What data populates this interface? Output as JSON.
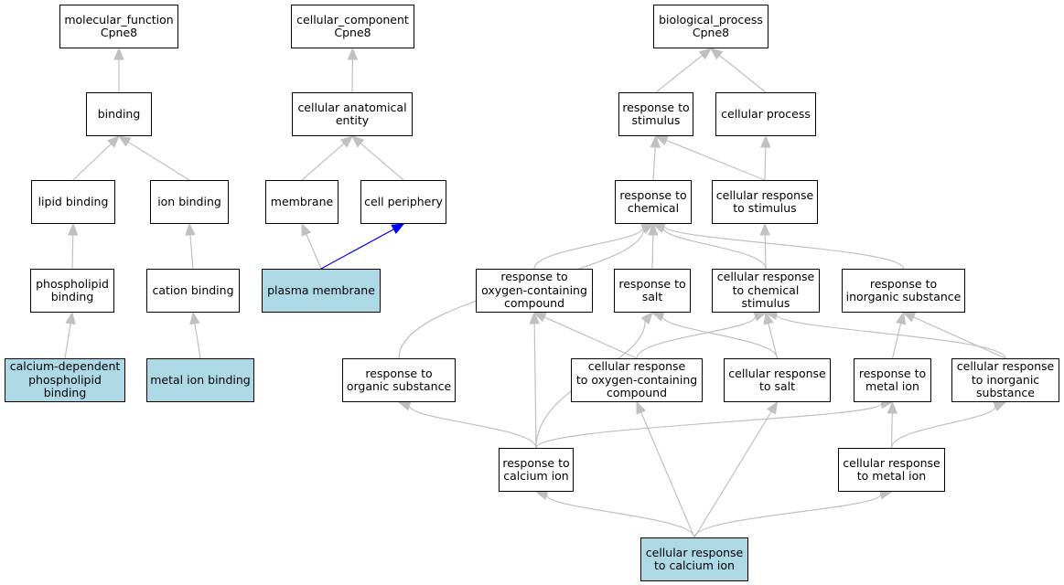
{
  "colors": {
    "edge": "#c0c0c0",
    "highlight_edge": "#0000ff",
    "highlight_node": "#add8e6",
    "node_border": "#000000"
  },
  "nodes": [
    {
      "id": "mf",
      "label": "molecular_function\nCpne8",
      "highlighted": false
    },
    {
      "id": "binding",
      "label": "binding",
      "highlighted": false
    },
    {
      "id": "lipid_binding",
      "label": "lipid binding",
      "highlighted": false
    },
    {
      "id": "ion_binding",
      "label": "ion binding",
      "highlighted": false
    },
    {
      "id": "phospholipid_binding",
      "label": "phospholipid\nbinding",
      "highlighted": false
    },
    {
      "id": "cation_binding",
      "label": "cation binding",
      "highlighted": false
    },
    {
      "id": "ca_dep_pl_binding",
      "label": "calcium-dependent\nphospholipid\nbinding",
      "highlighted": true
    },
    {
      "id": "metal_ion_binding",
      "label": "metal ion binding",
      "highlighted": true
    },
    {
      "id": "cc",
      "label": "cellular_component\nCpne8",
      "highlighted": false
    },
    {
      "id": "cae",
      "label": "cellular anatomical\nentity",
      "highlighted": false
    },
    {
      "id": "membrane",
      "label": "membrane",
      "highlighted": false
    },
    {
      "id": "cell_periphery",
      "label": "cell periphery",
      "highlighted": false
    },
    {
      "id": "plasma_membrane",
      "label": "plasma membrane",
      "highlighted": true
    },
    {
      "id": "bp",
      "label": "biological_process\nCpne8",
      "highlighted": false
    },
    {
      "id": "resp_stim",
      "label": "response to\nstimulus",
      "highlighted": false
    },
    {
      "id": "cell_proc",
      "label": "cellular process",
      "highlighted": false
    },
    {
      "id": "resp_chem",
      "label": "response to\nchemical",
      "highlighted": false
    },
    {
      "id": "cell_resp_stim",
      "label": "cellular response\nto stimulus",
      "highlighted": false
    },
    {
      "id": "resp_oxy",
      "label": "response to\noxygen-containing\ncompound",
      "highlighted": false
    },
    {
      "id": "resp_salt",
      "label": "response to\nsalt",
      "highlighted": false
    },
    {
      "id": "cell_resp_chem",
      "label": "cellular response\nto chemical\nstimulus",
      "highlighted": false
    },
    {
      "id": "resp_inorg",
      "label": "response to\ninorganic substance",
      "highlighted": false
    },
    {
      "id": "resp_org",
      "label": "response to\norganic substance",
      "highlighted": false
    },
    {
      "id": "cell_resp_oxy",
      "label": "cellular response\nto oxygen-containing\ncompound",
      "highlighted": false
    },
    {
      "id": "cell_resp_salt",
      "label": "cellular response\nto salt",
      "highlighted": false
    },
    {
      "id": "resp_metal",
      "label": "response to\nmetal ion",
      "highlighted": false
    },
    {
      "id": "cell_resp_inorg",
      "label": "cellular response\nto inorganic\nsubstance",
      "highlighted": false
    },
    {
      "id": "resp_ca",
      "label": "response to\ncalcium ion",
      "highlighted": false
    },
    {
      "id": "cell_resp_metal",
      "label": "cellular response\nto metal ion",
      "highlighted": false
    },
    {
      "id": "cell_resp_ca",
      "label": "cellular response\nto calcium ion",
      "highlighted": true
    }
  ],
  "edges": [
    {
      "from": "binding",
      "to": "mf"
    },
    {
      "from": "lipid_binding",
      "to": "binding"
    },
    {
      "from": "ion_binding",
      "to": "binding"
    },
    {
      "from": "phospholipid_binding",
      "to": "lipid_binding"
    },
    {
      "from": "cation_binding",
      "to": "ion_binding"
    },
    {
      "from": "ca_dep_pl_binding",
      "to": "phospholipid_binding"
    },
    {
      "from": "metal_ion_binding",
      "to": "cation_binding"
    },
    {
      "from": "cae",
      "to": "cc"
    },
    {
      "from": "membrane",
      "to": "cae"
    },
    {
      "from": "cell_periphery",
      "to": "cae"
    },
    {
      "from": "plasma_membrane",
      "to": "membrane"
    },
    {
      "from": "plasma_membrane",
      "to": "cell_periphery",
      "highlighted": true
    },
    {
      "from": "resp_stim",
      "to": "bp"
    },
    {
      "from": "cell_proc",
      "to": "bp"
    },
    {
      "from": "resp_chem",
      "to": "resp_stim"
    },
    {
      "from": "cell_resp_stim",
      "to": "resp_stim"
    },
    {
      "from": "cell_resp_stim",
      "to": "cell_proc"
    },
    {
      "from": "resp_oxy",
      "to": "resp_chem"
    },
    {
      "from": "resp_salt",
      "to": "resp_chem"
    },
    {
      "from": "cell_resp_chem",
      "to": "resp_chem"
    },
    {
      "from": "cell_resp_chem",
      "to": "cell_resp_stim"
    },
    {
      "from": "resp_inorg",
      "to": "resp_chem"
    },
    {
      "from": "resp_org",
      "to": "resp_chem"
    },
    {
      "from": "cell_resp_oxy",
      "to": "resp_oxy"
    },
    {
      "from": "cell_resp_oxy",
      "to": "cell_resp_chem"
    },
    {
      "from": "cell_resp_salt",
      "to": "resp_salt"
    },
    {
      "from": "cell_resp_salt",
      "to": "cell_resp_chem"
    },
    {
      "from": "resp_metal",
      "to": "resp_inorg"
    },
    {
      "from": "cell_resp_inorg",
      "to": "resp_inorg"
    },
    {
      "from": "cell_resp_inorg",
      "to": "cell_resp_chem"
    },
    {
      "from": "resp_ca",
      "to": "resp_org"
    },
    {
      "from": "resp_ca",
      "to": "resp_oxy"
    },
    {
      "from": "resp_ca",
      "to": "resp_salt"
    },
    {
      "from": "resp_ca",
      "to": "resp_metal"
    },
    {
      "from": "cell_resp_metal",
      "to": "resp_metal"
    },
    {
      "from": "cell_resp_metal",
      "to": "cell_resp_inorg"
    },
    {
      "from": "cell_resp_ca",
      "to": "resp_ca"
    },
    {
      "from": "cell_resp_ca",
      "to": "cell_resp_oxy"
    },
    {
      "from": "cell_resp_ca",
      "to": "cell_resp_salt"
    },
    {
      "from": "cell_resp_ca",
      "to": "cell_resp_metal"
    }
  ]
}
